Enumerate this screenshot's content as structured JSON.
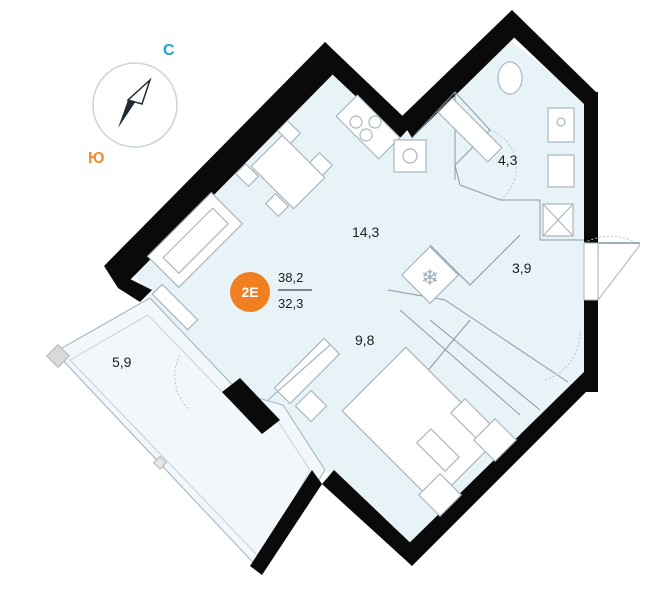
{
  "compass": {
    "north_letter": "С",
    "south_letter": "Ю",
    "north_color": "#1aa7dc",
    "south_color": "#f28b2b"
  },
  "unit": {
    "code": "2E",
    "total_area": "38,2",
    "living_area": "32,3",
    "badge_color": "#f07f22"
  },
  "rooms": {
    "kitchen_living": "14,3",
    "bedroom": "9,8",
    "bathroom": "4,3",
    "hallway": "3,9",
    "balcony": "5,9"
  },
  "colors": {
    "floor": "#e8f3f8",
    "wall": "#0a0a0a",
    "furniture_stroke": "#a9b6bf"
  }
}
